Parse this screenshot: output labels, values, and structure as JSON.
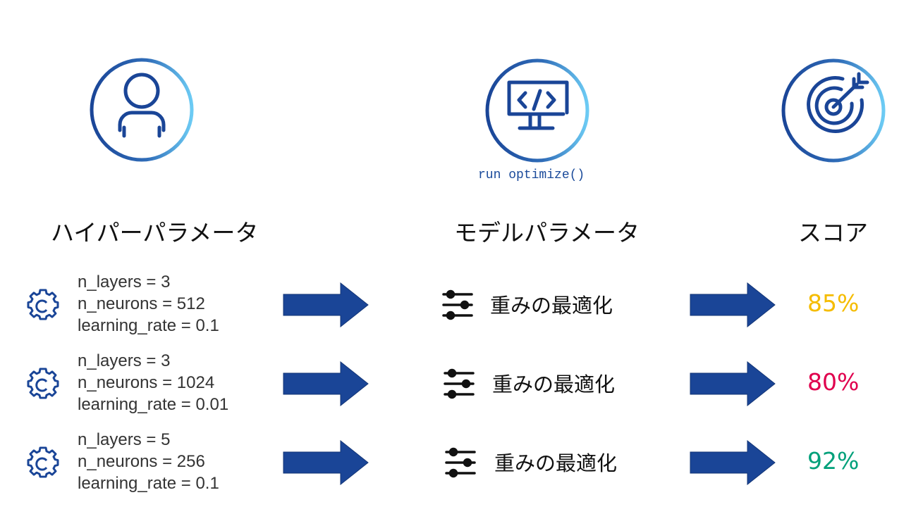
{
  "columns": {
    "hyper": {
      "title": "ハイパーパラメータ",
      "icon": "person-icon"
    },
    "model": {
      "title": "モデルパラメータ",
      "icon": "monitor-code-icon",
      "caption": "run optimize()"
    },
    "score": {
      "title": "スコア",
      "icon": "target-icon"
    }
  },
  "rows": [
    {
      "params": [
        "n_layers = 3",
        "n_neurons = 512",
        "learning_rate = 0.1"
      ],
      "optimize": "重みの最適化",
      "score": "85%",
      "score_color": "#F5BC00"
    },
    {
      "params": [
        "n_layers = 3",
        "n_neurons = 1024",
        "learning_rate = 0.01"
      ],
      "optimize": "重みの最適化",
      "score": "80%",
      "score_color": "#E0004D"
    },
    {
      "params": [
        "n_layers = 5",
        "n_neurons = 256",
        "learning_rate = 0.1"
      ],
      "optimize": "重みの最適化",
      "score": "92%",
      "score_color": "#00A07A"
    }
  ],
  "colors": {
    "primary": "#1A4597",
    "light": "#6CCBF4",
    "arrow": "#1A4597"
  }
}
